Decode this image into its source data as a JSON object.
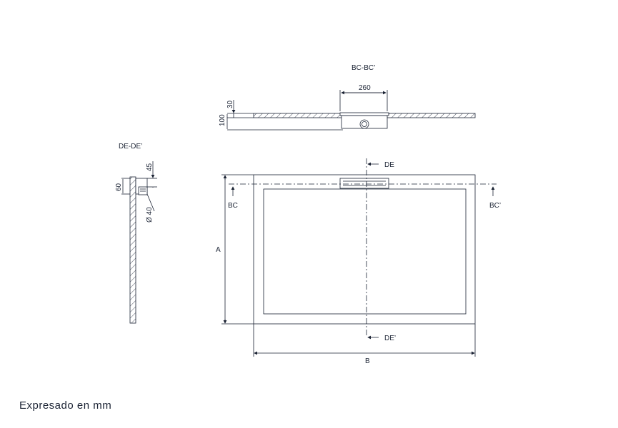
{
  "section_bc": {
    "title": "BC-BC’",
    "width_label": "260",
    "thickness_label": "30",
    "height_label": "100"
  },
  "section_de": {
    "title": "DE-DE’",
    "dim_45": "45",
    "dim_60": "60",
    "dim_pipe": "Ø 40"
  },
  "plan": {
    "cut_de_top": "DE",
    "cut_de_bottom": "DE’",
    "cut_bc_left": "BC",
    "cut_bc_right": "BC’",
    "dim_a": "A",
    "dim_b": "B"
  },
  "footer": {
    "note": "Expresado en mm"
  },
  "colors": {
    "line": "#1a2233"
  }
}
